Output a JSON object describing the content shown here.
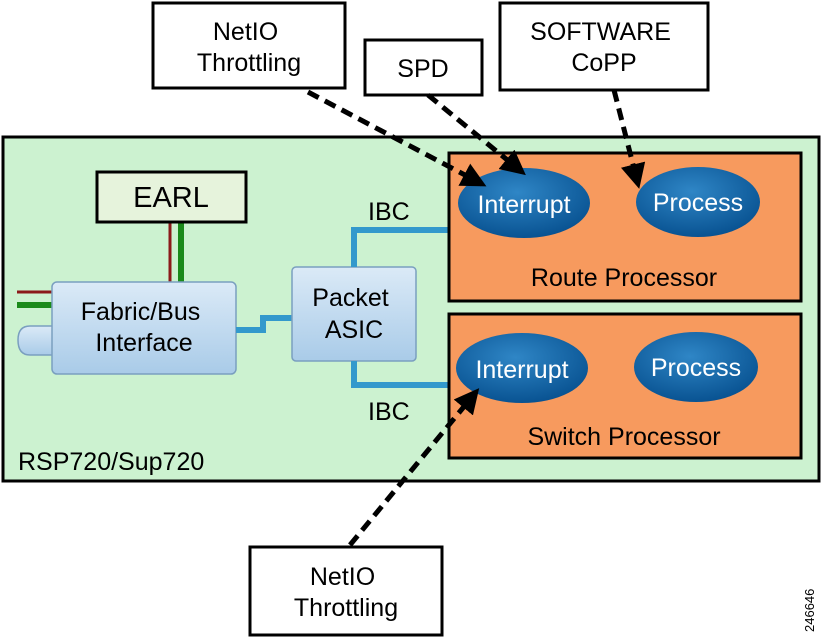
{
  "callouts": {
    "netio_top": [
      "NetIO",
      "Throttling"
    ],
    "spd": "SPD",
    "software_copp": [
      "SOFTWARE",
      "CoPP"
    ],
    "netio_bottom": [
      "NetIO",
      "Throttling"
    ]
  },
  "board": {
    "label": "RSP720/Sup720",
    "earl": "EARL",
    "fabric": [
      "Fabric/Bus",
      "Interface"
    ],
    "packet_asic": [
      "Packet",
      "ASIC"
    ],
    "ibc_top": "IBC",
    "ibc_bottom": "IBC"
  },
  "route_processor": {
    "label": "Route Processor",
    "interrupt": "Interrupt",
    "process": "Process"
  },
  "switch_processor": {
    "label": "Switch Processor",
    "interrupt": "Interrupt",
    "process": "Process"
  },
  "figure_id": "246646",
  "colors": {
    "board_fill": "#ccf2d0",
    "processor_fill": "#f79a5e",
    "ellipse_fill": "#0a62a8",
    "blue_box": "#c5dff2",
    "bus_line": "#3399cc",
    "earl_fill": "#e6f3dc"
  }
}
